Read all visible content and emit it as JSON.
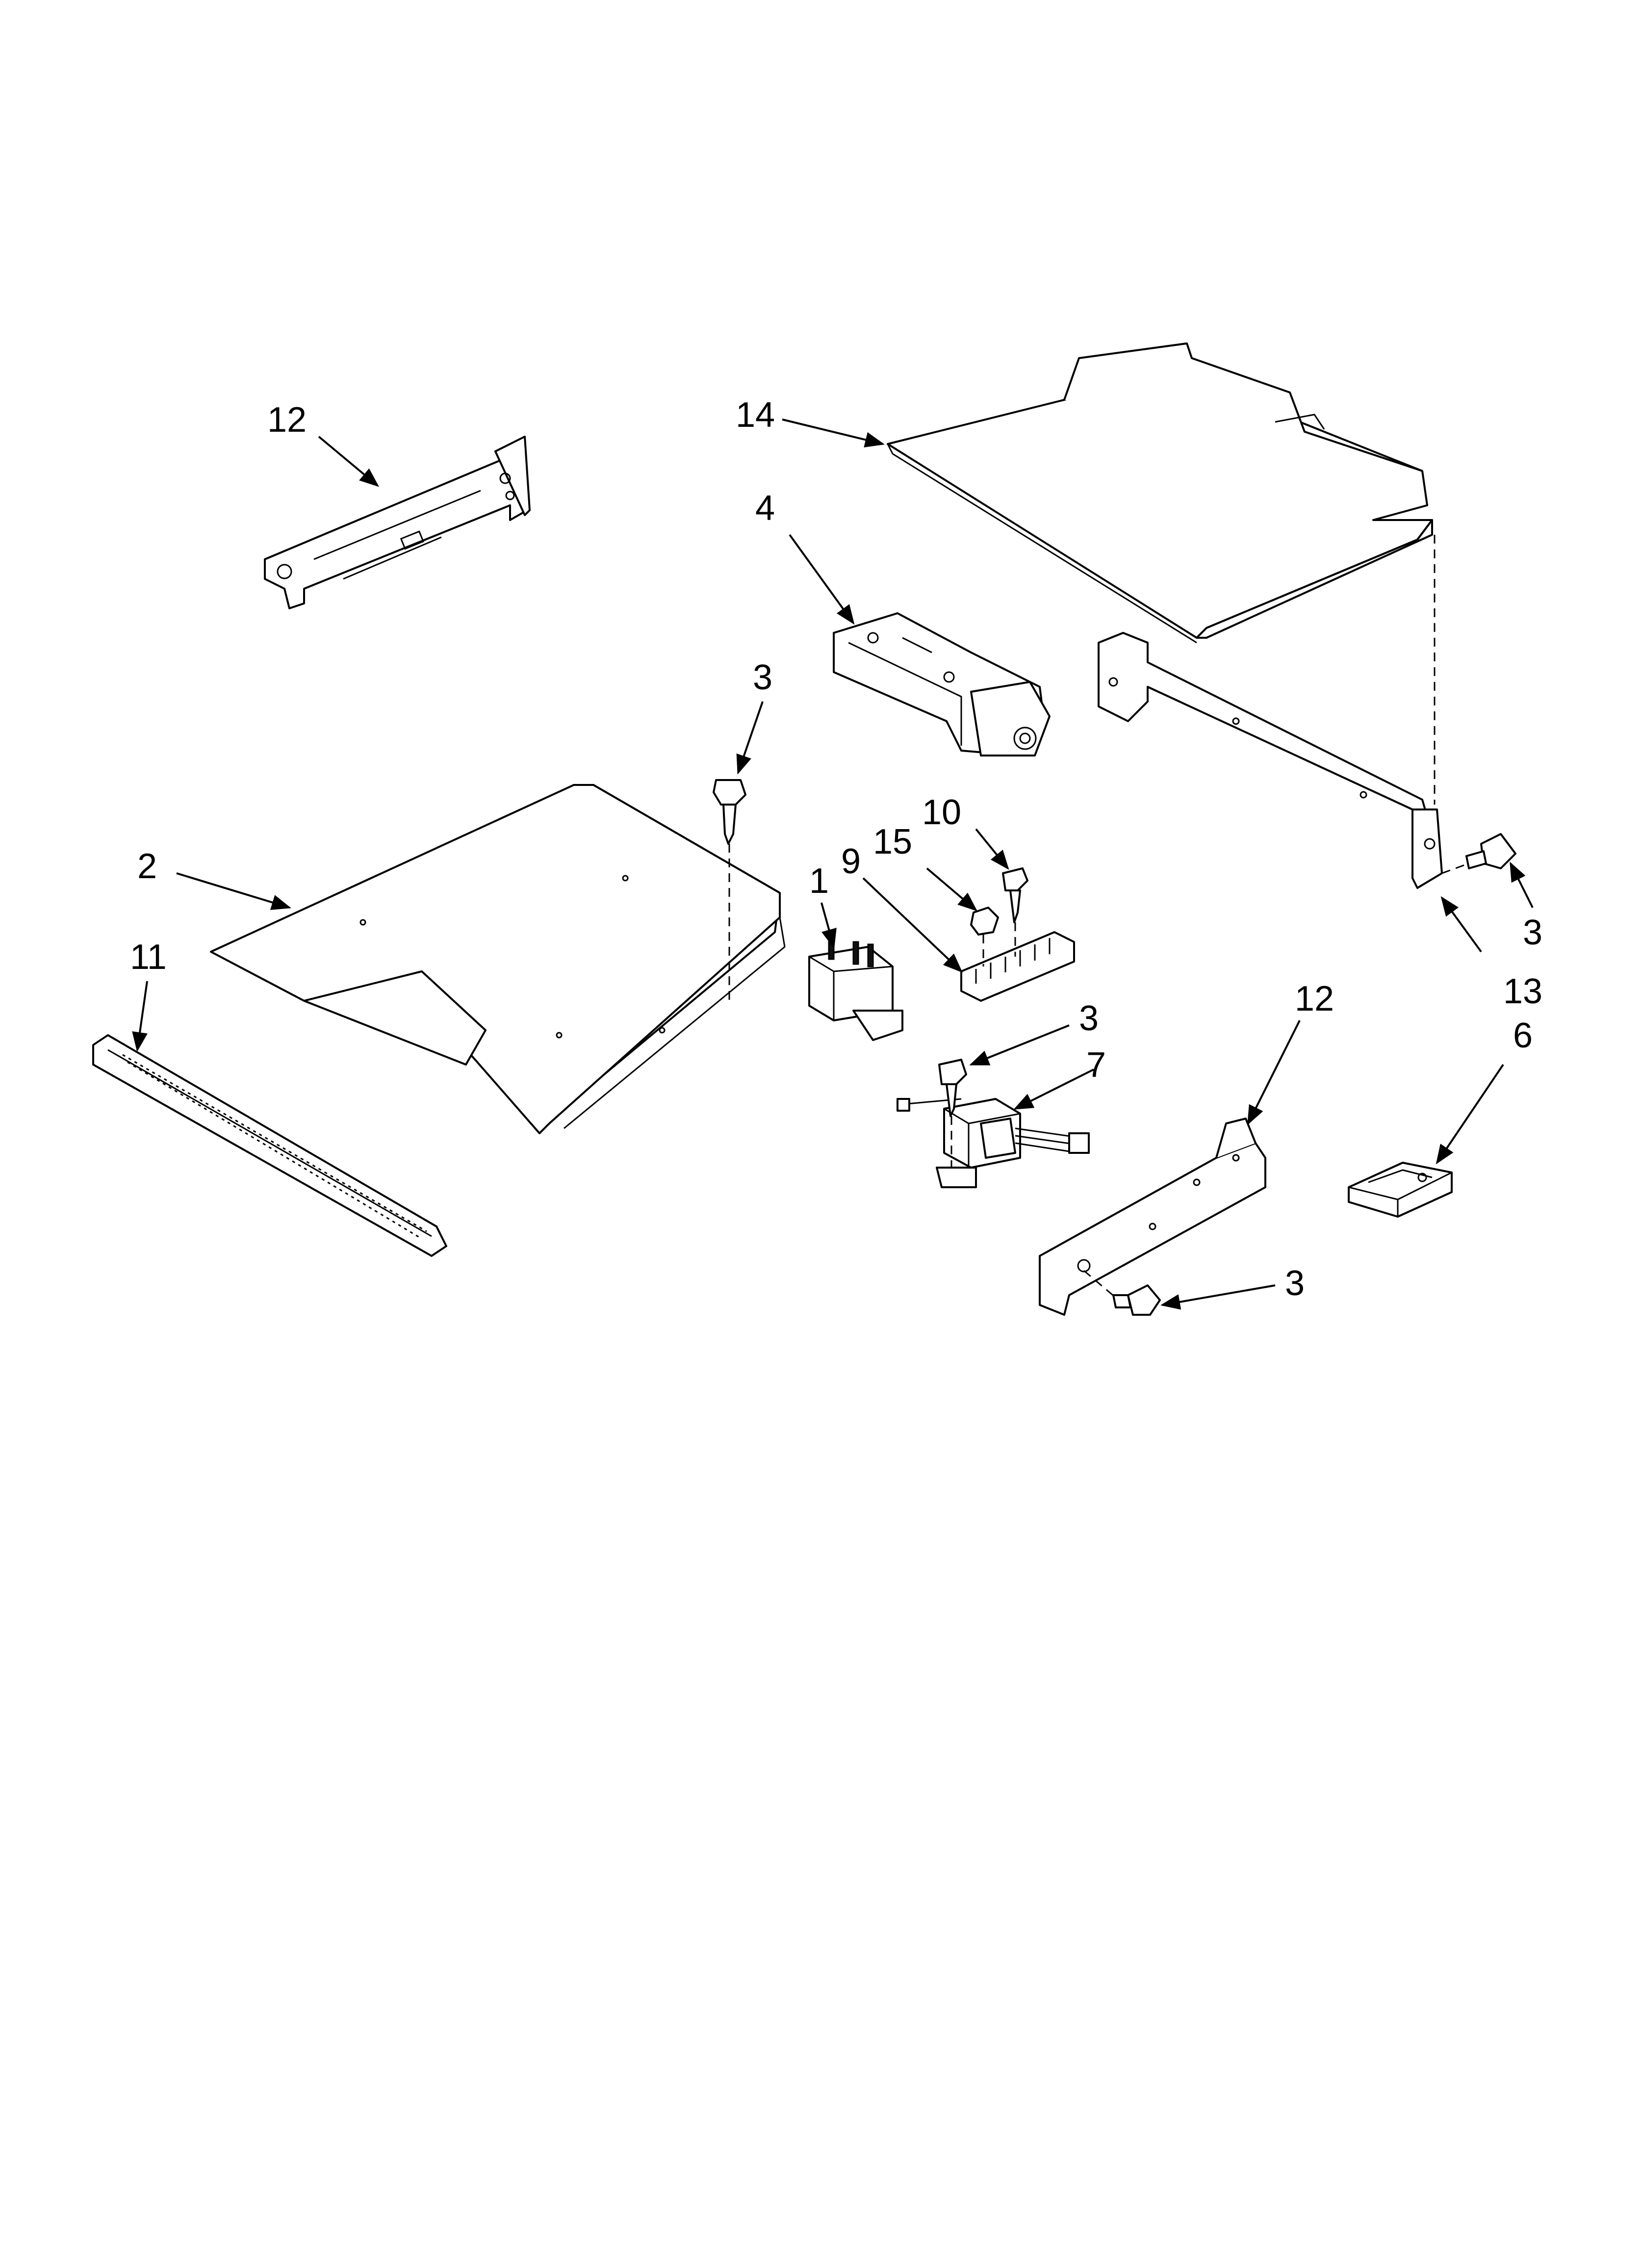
{
  "callouts": [
    {
      "id": "c12a",
      "text": "12"
    },
    {
      "id": "c14",
      "text": "14"
    },
    {
      "id": "c4",
      "text": "4"
    },
    {
      "id": "c3a",
      "text": "3"
    },
    {
      "id": "c2",
      "text": "2"
    },
    {
      "id": "c11",
      "text": "11"
    },
    {
      "id": "c1",
      "text": "1"
    },
    {
      "id": "c9",
      "text": "9"
    },
    {
      "id": "c15",
      "text": "15"
    },
    {
      "id": "c10",
      "text": "10"
    },
    {
      "id": "c3b",
      "text": "3"
    },
    {
      "id": "c13",
      "text": "13"
    },
    {
      "id": "c12b",
      "text": "12"
    },
    {
      "id": "c6",
      "text": "6"
    },
    {
      "id": "c3c",
      "text": "3"
    },
    {
      "id": "c7",
      "text": "7"
    },
    {
      "id": "c3d",
      "text": "3"
    }
  ]
}
